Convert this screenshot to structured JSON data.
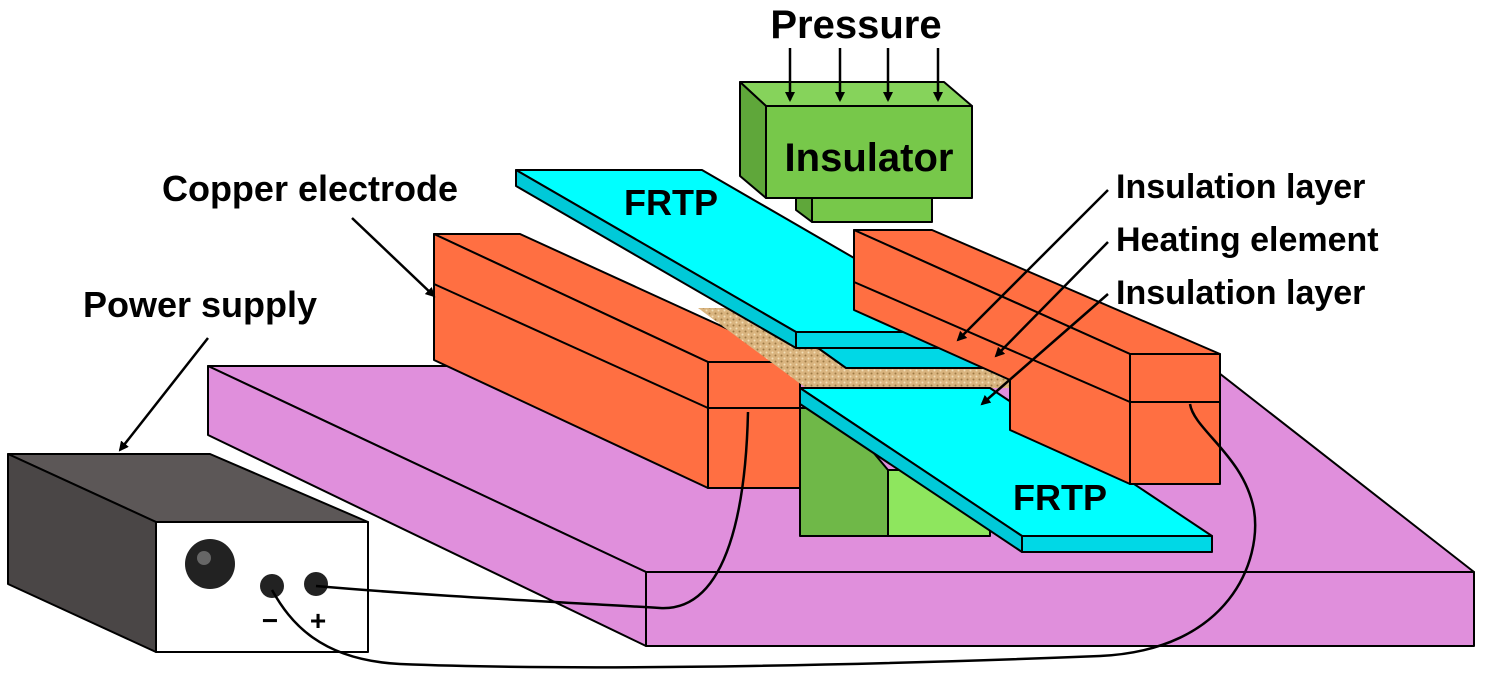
{
  "labels": {
    "pressure": "Pressure",
    "insulator": "Insulator",
    "copper_electrode": "Copper electrode",
    "power_supply": "Power supply",
    "frtp_top": "FRTP",
    "frtp_bottom": "FRTP",
    "insulation_layer_top": "Insulation layer",
    "heating_element": "Heating element",
    "insulation_layer_bottom": "Insulation layer",
    "terminal_minus": "−",
    "terminal_plus": "+"
  },
  "colors": {
    "base_plate": "#E08FDC",
    "electrode": "#FF6F42",
    "frtp": "#00FFFF",
    "insulator": "#77C84A",
    "support": "#8EE65E",
    "heating_mesh": "#D9B47F",
    "power_box_top": "#5C5757",
    "power_box_front": "#FFFFFF"
  }
}
